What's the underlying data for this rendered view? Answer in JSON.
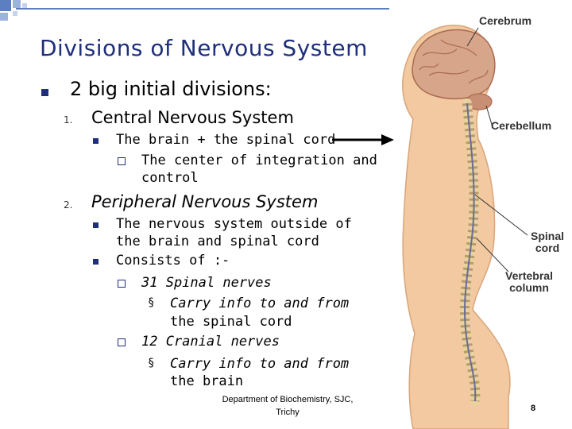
{
  "slide": {
    "title": "Divisions of Nervous System",
    "bullet1": "2 big initial divisions:",
    "item1_num": "1.",
    "item1": "Central Nervous System",
    "item1_sub1": "The brain + the spinal cord",
    "item1_sub1_sub1a": "The center of integration and",
    "item1_sub1_sub1b": "control",
    "item2_num": "2.",
    "item2": "Peripheral Nervous System",
    "item2_sub1a": "The nervous system outside of",
    "item2_sub1b": "the brain and spinal cord",
    "item2_sub2": "Consists of :-",
    "item2_sub2_a": "31 Spinal nerves",
    "item2_sub2_a_i1": "Carry info to and from",
    "item2_sub2_a_i2": "the spinal cord",
    "item2_sub2_b": "12 Cranial nerves",
    "item2_sub2_b_i1": "Carry info to and from",
    "item2_sub2_b_i2": "the brain",
    "sub_bullet_glyph": "§"
  },
  "figure": {
    "label_cerebrum": "Cerebrum",
    "label_cerebellum": "Cerebellum",
    "label_spinal_a": "Spinal",
    "label_spinal_b": "cord",
    "label_vertebral_a": "Vertebral",
    "label_vertebral_b": "column"
  },
  "footer": {
    "line1": "Department of Biochemistry, SJC,",
    "line2": "Trichy",
    "page": "8"
  },
  "colors": {
    "title": "#1f2f7a",
    "accent": "#5b7fbf",
    "skin": "#f2c9a0",
    "brain": "#d7a58a",
    "spine": "#e8d2a0"
  }
}
